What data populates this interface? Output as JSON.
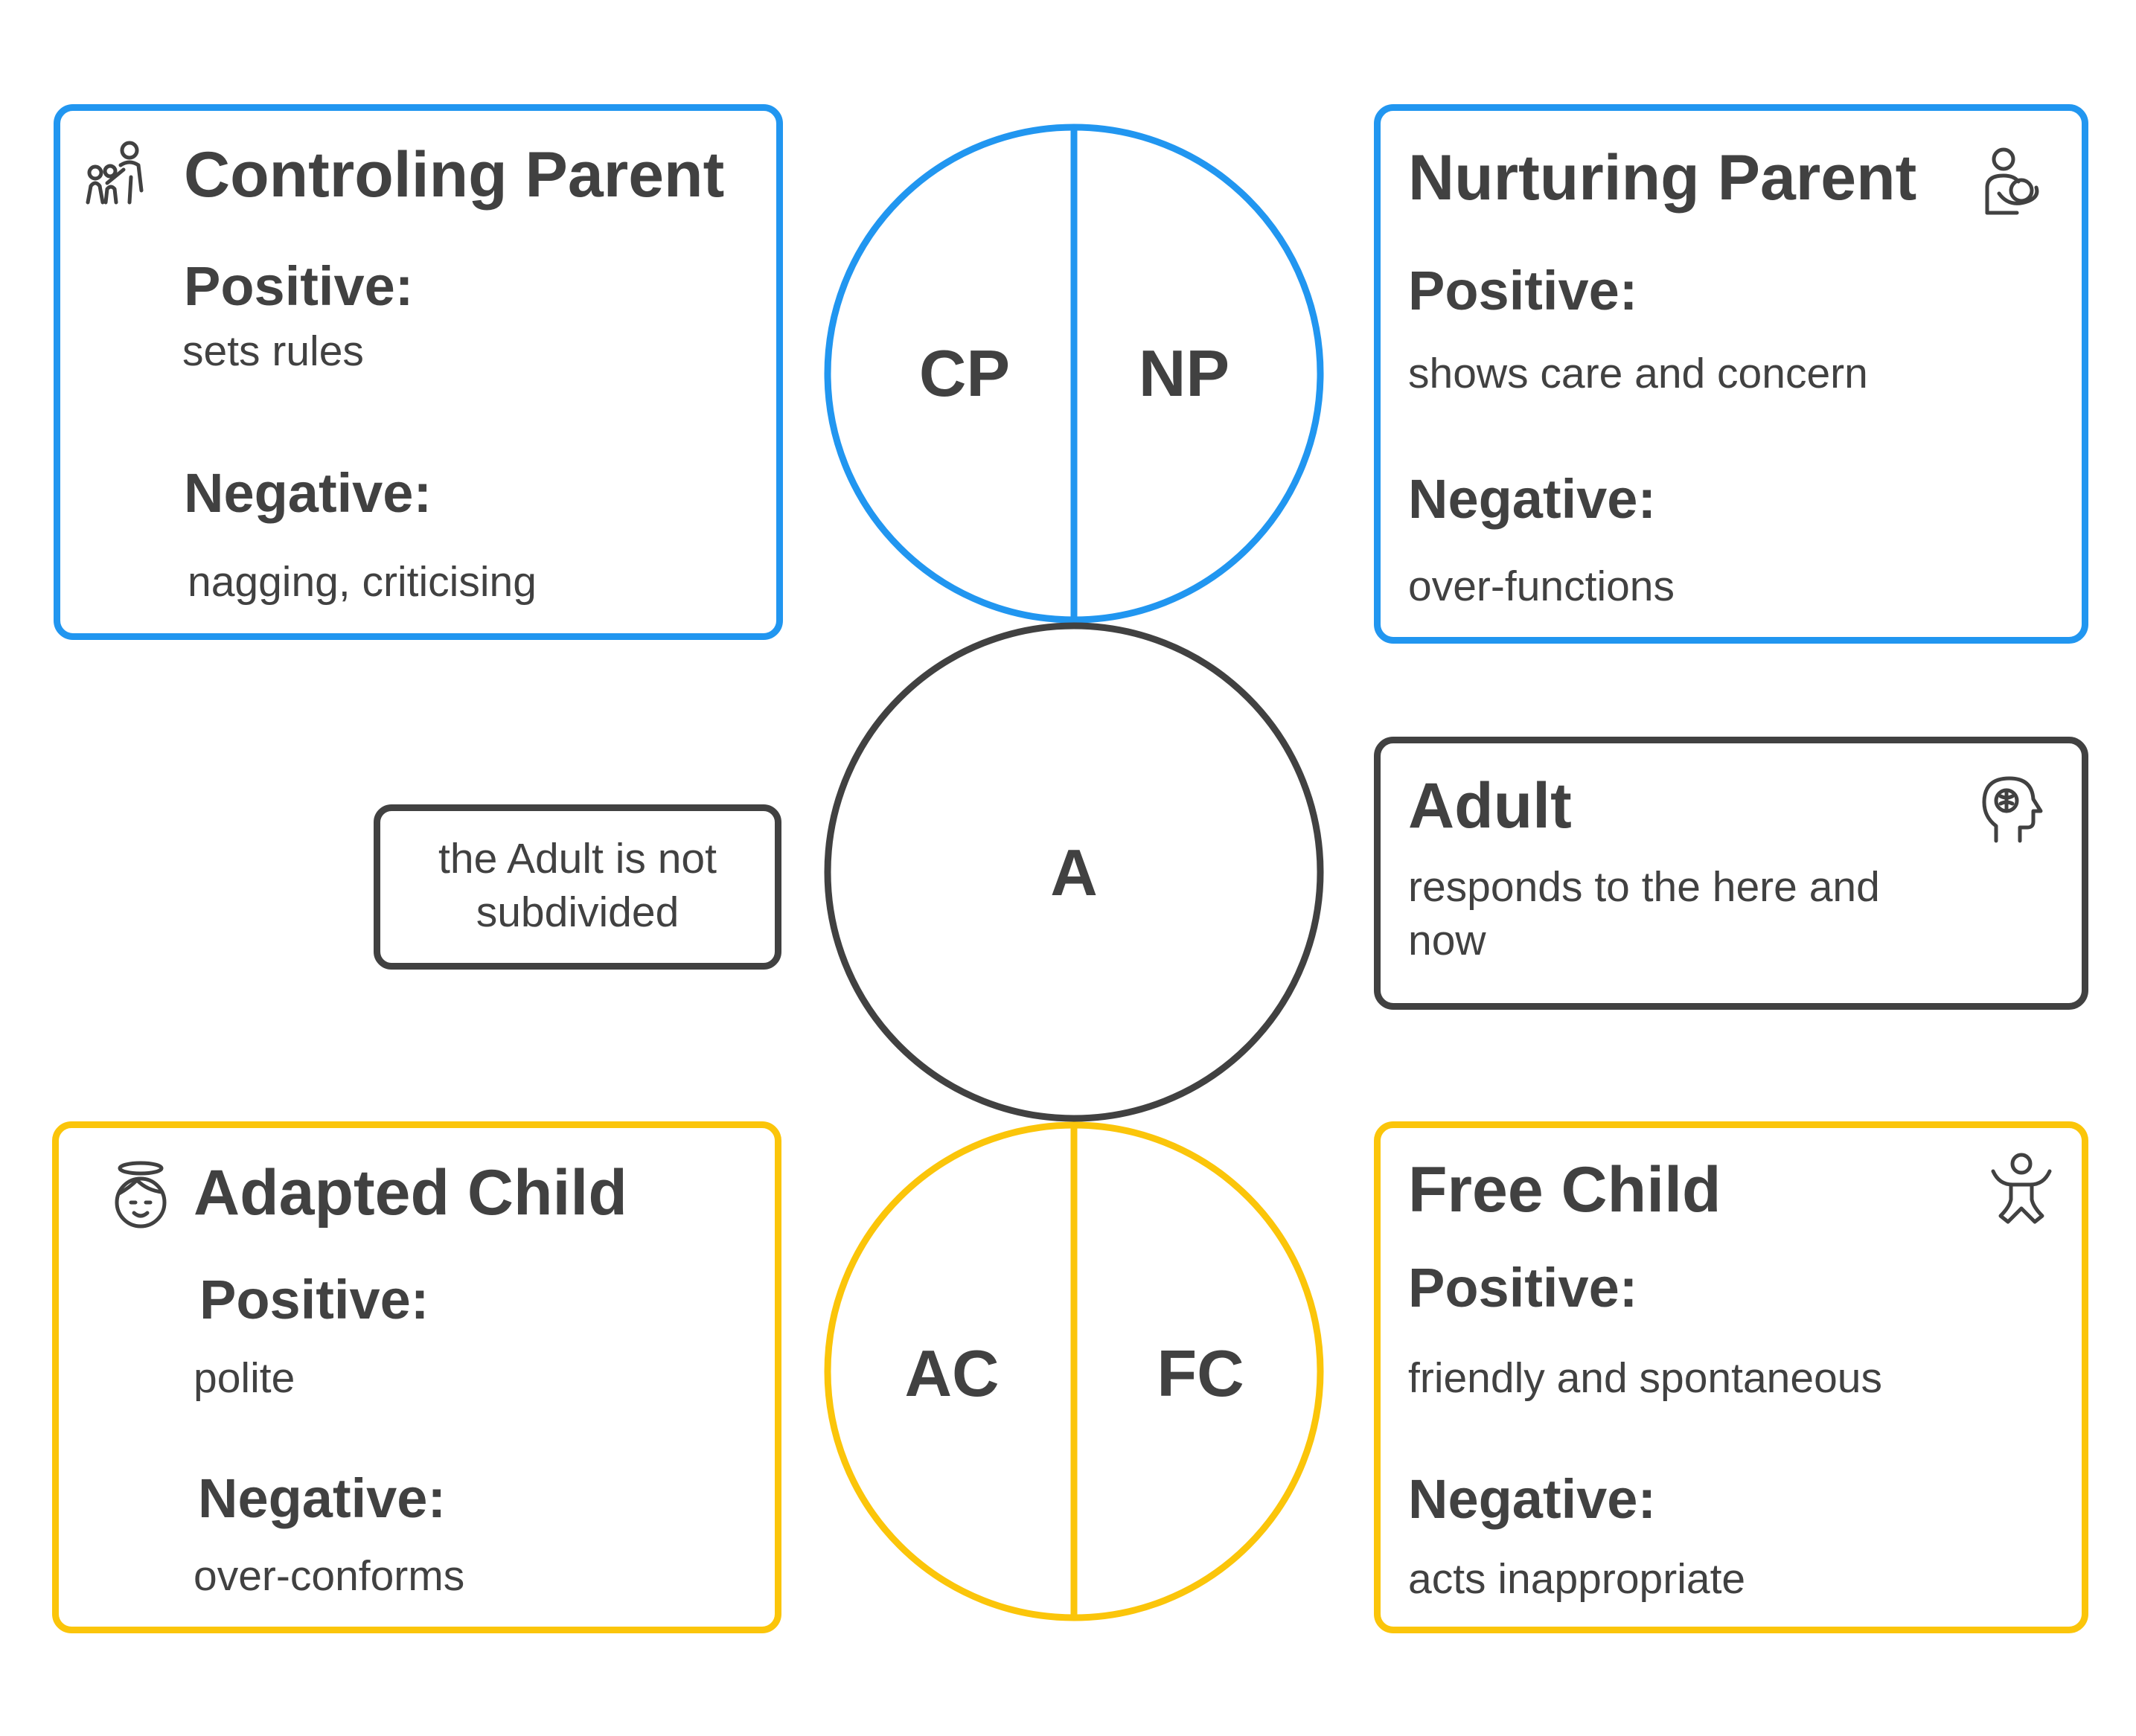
{
  "colors": {
    "parent": "#2196f0",
    "adult": "#414141",
    "child": "#fbc50a",
    "text": "#414141"
  },
  "circles": {
    "cp": "CP",
    "np": "NP",
    "a": "A",
    "ac": "AC",
    "fc": "FC"
  },
  "controlling_parent": {
    "title": "Controling Parent",
    "icon": "parent-with-children-icon",
    "positive_label": "Positive:",
    "positive_text": "sets rules",
    "negative_label": "Negative:",
    "negative_text": "nagging, criticising"
  },
  "nurturing_parent": {
    "title": "Nurturing Parent",
    "icon": "parent-holding-baby-icon",
    "positive_label": "Positive:",
    "positive_text": "shows care and concern",
    "negative_label": "Negative:",
    "negative_text": "over-functions"
  },
  "adult_note": {
    "line1": "the Adult is not",
    "line2": "subdivided"
  },
  "adult": {
    "title": "Adult",
    "icon": "head-with-brain-icon",
    "line1": "responds to the here and",
    "line2": "now"
  },
  "adapted_child": {
    "title": "Adapted Child",
    "icon": "angel-face-icon",
    "positive_label": "Positive:",
    "positive_text": "polite",
    "negative_label": "Negative:",
    "negative_text": "over-conforms"
  },
  "free_child": {
    "title": "Free Child",
    "icon": "child-jumping-icon",
    "positive_label": "Positive:",
    "positive_text": "friendly and spontaneous",
    "negative_label": "Negative:",
    "negative_text": "acts inappropriate"
  }
}
